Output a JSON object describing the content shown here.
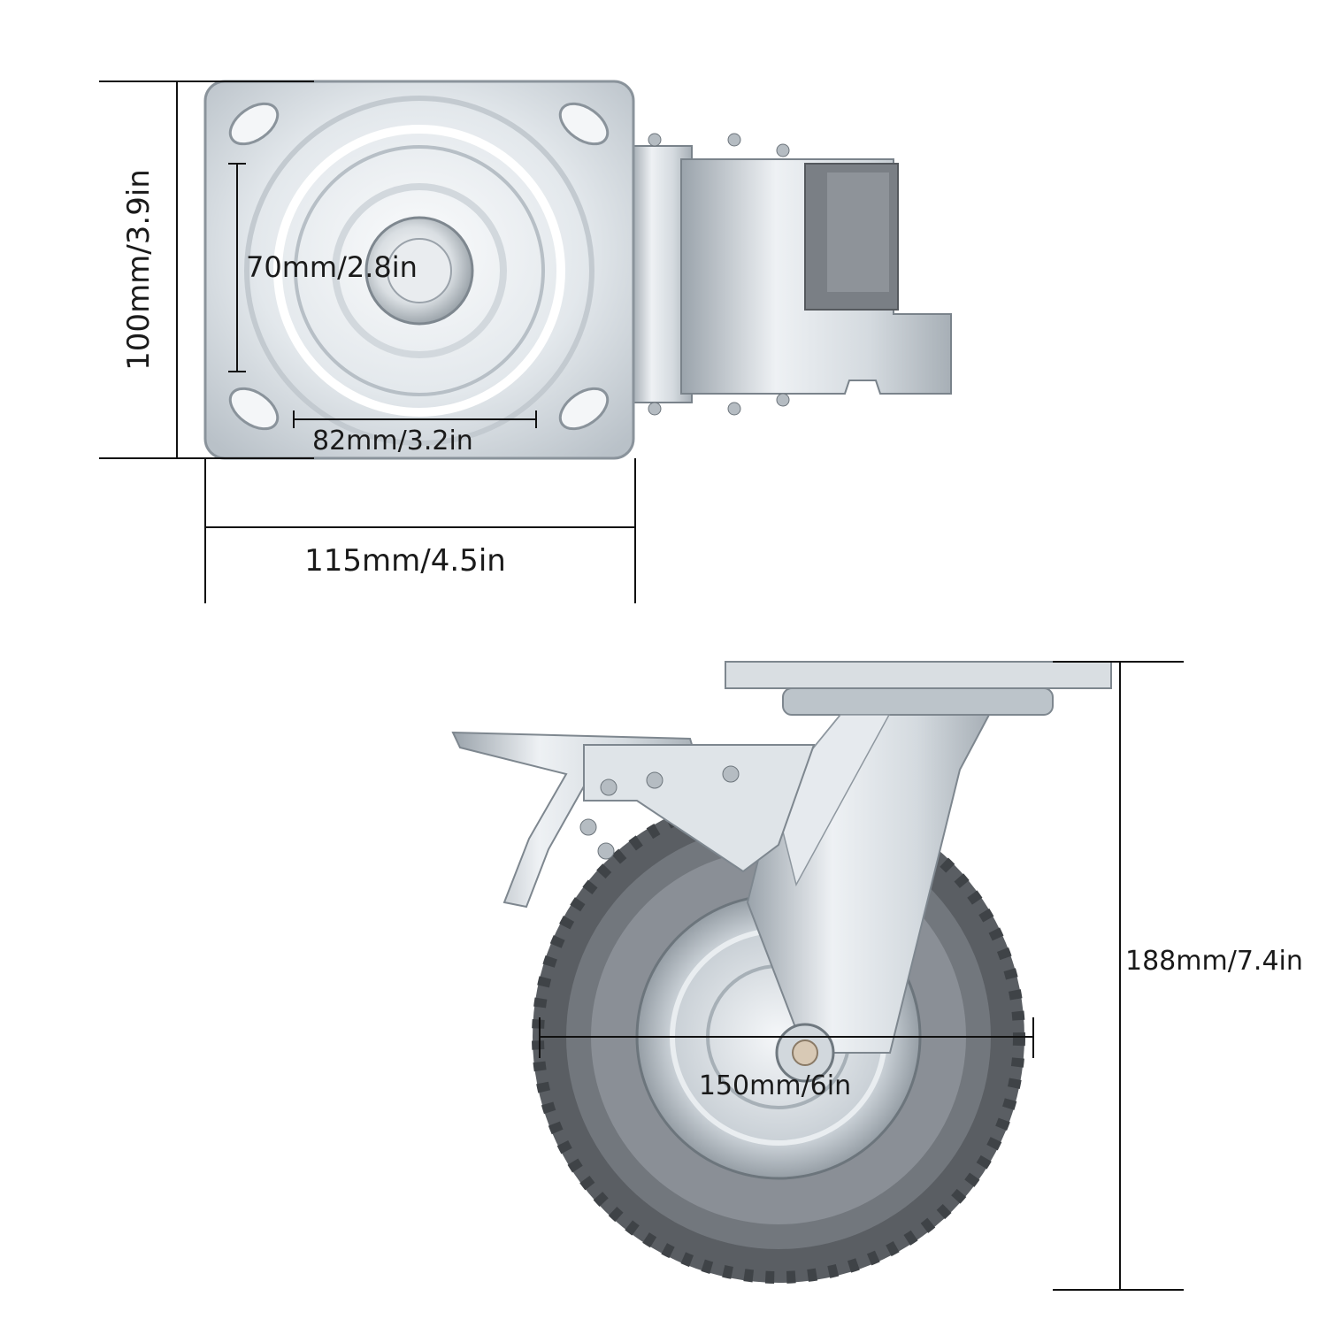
{
  "top_view": {
    "plate_height_label": "100mm/3.9in",
    "bolt_vertical_label": "70mm/2.8in",
    "bolt_horizontal_label": "82mm/3.2in",
    "plate_width_label": "115mm/4.5in"
  },
  "side_view": {
    "total_height_label": "188mm/7.4in",
    "wheel_diameter_label": "150mm/6in"
  },
  "colors": {
    "steel_light": "#eef1f4",
    "steel_mid": "#c9d0d6",
    "steel_dark": "#8e979f",
    "tire_gray": "#6f747a",
    "tire_dark": "#45494e",
    "line": "#111111"
  }
}
